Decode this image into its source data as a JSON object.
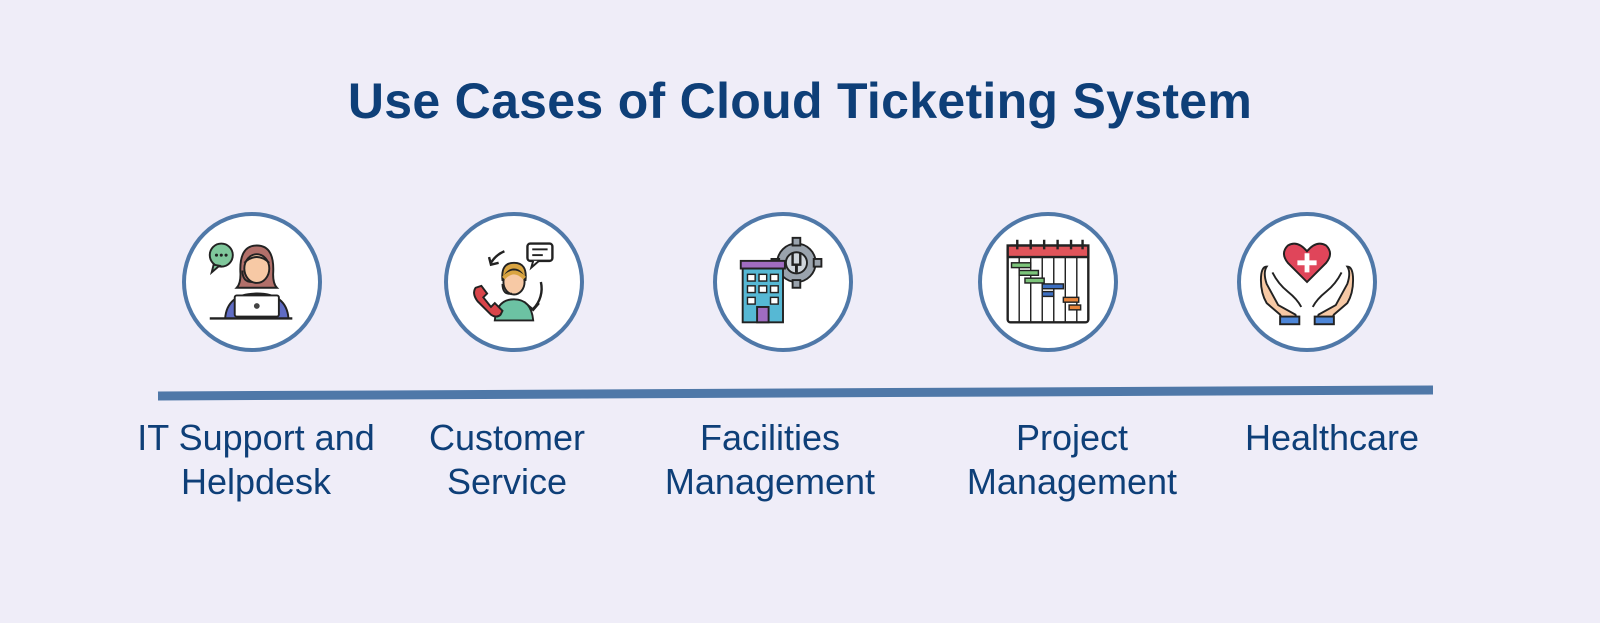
{
  "title": "Use Cases of Cloud Ticketing System",
  "colors": {
    "background": "#efedf8",
    "title": "#0e3f78",
    "line": "#4f78a8",
    "circle_border": "#4f78a8",
    "label": "#0e3f78"
  },
  "use_cases": [
    {
      "label": "IT Support and Helpdesk",
      "icon": "helpdesk-agent-icon"
    },
    {
      "label": "Customer Service",
      "icon": "call-center-agent-icon"
    },
    {
      "label": "Facilities Management",
      "icon": "building-gear-icon"
    },
    {
      "label": "Project Management",
      "icon": "gantt-calendar-icon"
    },
    {
      "label": "Healthcare",
      "icon": "hands-heart-icon"
    }
  ]
}
